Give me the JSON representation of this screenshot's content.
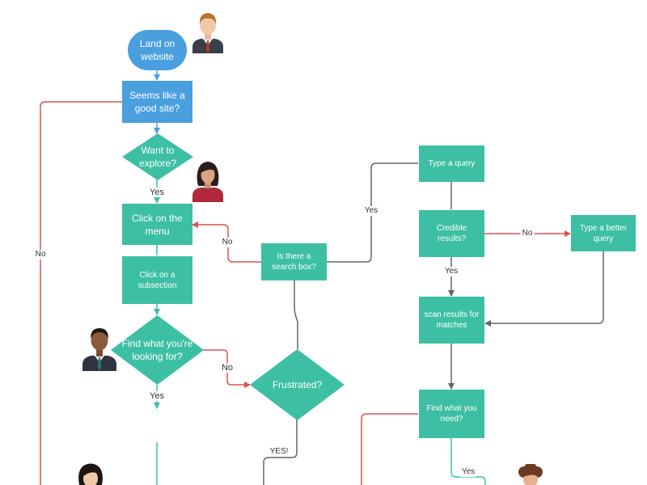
{
  "nodes": {
    "land": "Land on website",
    "good_site": "Seems like a good site?",
    "explore": "Want to explore?",
    "menu": "Click on the menu",
    "subsection": "Click on a subsection",
    "find1": "Find what you're looking for?",
    "searchbox": "Is there a search box?",
    "frustrated": "Frustrated?",
    "query": "Type a query",
    "credible": "Credible results?",
    "better_query": "Type a better query",
    "scan": "scan results for matches",
    "find2": "Find what you need?"
  },
  "edge_labels": {
    "no_left": "No",
    "yes_explore": "Yes",
    "no_searchbox": "No",
    "yes_searchbox": "Yes",
    "no_credible": "No",
    "yes_credible": "Yes",
    "no_find1": "No",
    "yes_find1": "Yes",
    "yes_frustrated": "YES!",
    "yes_find2": "Yes"
  },
  "colors": {
    "teal": "#3dbfa3",
    "blue": "#4a9fde",
    "red": "#d9534f",
    "gray": "#666666"
  },
  "icons": [
    "man-suit-icon",
    "woman-red-icon",
    "man-dark-icon",
    "woman-dark-hair-icon",
    "woman-curly-icon"
  ]
}
